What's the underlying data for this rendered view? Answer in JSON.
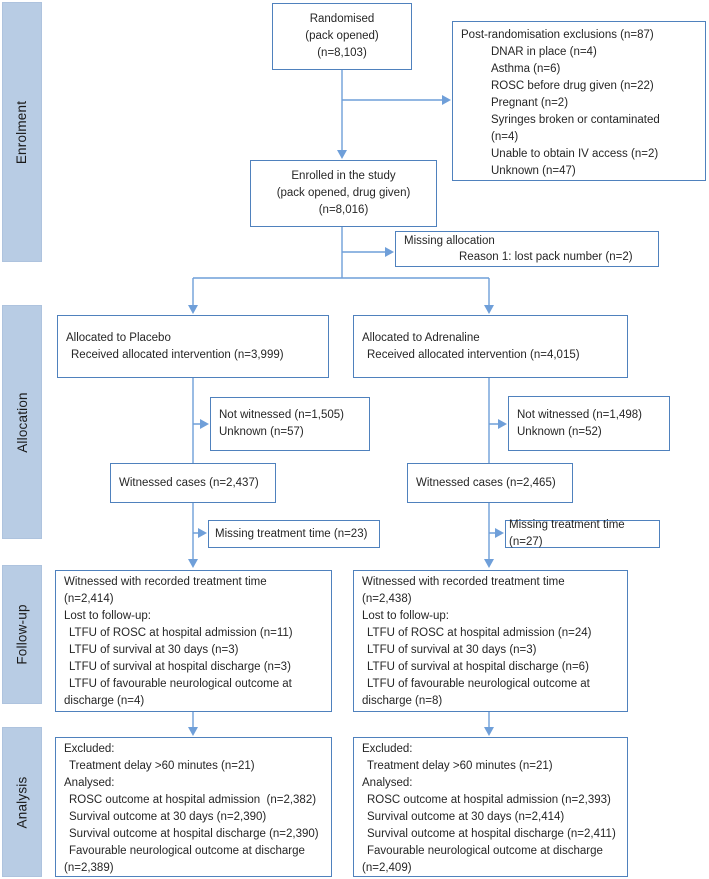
{
  "colors": {
    "box_border": "#4f81bd",
    "connector": "#6f9fd9",
    "sidebar_fill": "#b8cce4",
    "sidebar_text": "#1a1a1a",
    "text": "#262626"
  },
  "stages": [
    {
      "label": "Enrolment"
    },
    {
      "label": "Allocation"
    },
    {
      "label": "Follow-up"
    },
    {
      "label": "Analysis"
    }
  ],
  "boxes": {
    "randomised": {
      "lines": [
        "Randomised",
        "(pack opened)",
        "(n=8,103)"
      ]
    },
    "exclusions": {
      "title": "Post-randomisation exclusions (n=87)",
      "items": [
        "DNAR in place (n=4)",
        "Asthma (n=6)",
        "ROSC before drug given (n=22)",
        "Pregnant (n=2)",
        "Syringes broken or contaminated",
        "(n=4)",
        "Unable to obtain IV access (n=2)",
        "Unknown (n=47)"
      ]
    },
    "enrolled": {
      "lines": [
        "Enrolled in the study",
        "(pack opened, drug given)",
        "(n=8,016)"
      ]
    },
    "missing_allocation": {
      "lines": [
        "Missing allocation",
        "Reason 1: lost pack number (n=2)"
      ]
    },
    "allocated_placebo": {
      "lines": [
        "Allocated to Placebo",
        "Received allocated intervention (n=3,999)"
      ]
    },
    "allocated_adrenaline": {
      "lines": [
        "Allocated to Adrenaline",
        "Received allocated intervention (n=4,015)"
      ]
    },
    "not_witnessed_placebo": {
      "lines": [
        "Not witnessed (n=1,505)",
        "Unknown (n=57)"
      ]
    },
    "not_witnessed_adrenaline": {
      "lines": [
        "Not witnessed (n=1,498)",
        "Unknown (n=52)"
      ]
    },
    "witnessed_placebo": {
      "label": "Witnessed cases (n=2,437)"
    },
    "witnessed_adrenaline": {
      "label": "Witnessed cases (n=2,465)"
    },
    "missing_time_placebo": {
      "label": "Missing treatment time (n=23)"
    },
    "missing_time_adrenaline": {
      "label": "Missing treatment time (n=27)"
    },
    "followup_placebo": {
      "lines": [
        "Witnessed with recorded treatment time",
        "(n=2,414)",
        "Lost to follow-up:",
        "LTFU of ROSC at hospital admission (n=11)",
        "LTFU of survival at 30 days (n=3)",
        "LTFU of survival at hospital discharge (n=3)",
        "LTFU of favourable neurological outcome at",
        "discharge (n=4)"
      ]
    },
    "followup_adrenaline": {
      "lines": [
        "Witnessed with recorded treatment time",
        "(n=2,438)",
        "Lost to follow-up:",
        "LTFU of ROSC at hospital admission (n=24)",
        "LTFU of survival at 30 days (n=3)",
        "LTFU of survival at hospital discharge (n=6)",
        "LTFU of favourable neurological outcome at",
        "discharge (n=8)"
      ]
    },
    "analysis_placebo": {
      "lines": [
        "Excluded:",
        "Treatment delay >60 minutes (n=21)",
        "Analysed:",
        "ROSC outcome at hospital admission  (n=2,382)",
        "Survival outcome at 30 days (n=2,390)",
        "Survival outcome at hospital discharge (n=2,390)",
        "Favourable neurological outcome at discharge",
        "(n=2,389)"
      ]
    },
    "analysis_adrenaline": {
      "lines": [
        "Excluded:",
        "Treatment delay >60 minutes (n=21)",
        "Analysed:",
        "ROSC outcome at hospital admission (n=2,393)",
        "Survival outcome at 30 days (n=2,414)",
        "Survival outcome at hospital discharge (n=2,411)",
        "Favourable neurological outcome at discharge",
        "(n=2,409)"
      ]
    }
  }
}
